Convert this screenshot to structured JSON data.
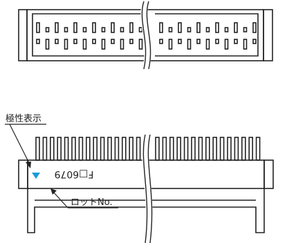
{
  "top_view": {
    "title": ""
  },
  "bottom_view": {
    "polarity_label": "極性表示",
    "lot_label": "ロットNo.",
    "part_marking": "F□6079",
    "polarity_marker_color": "#1a9ad6"
  }
}
